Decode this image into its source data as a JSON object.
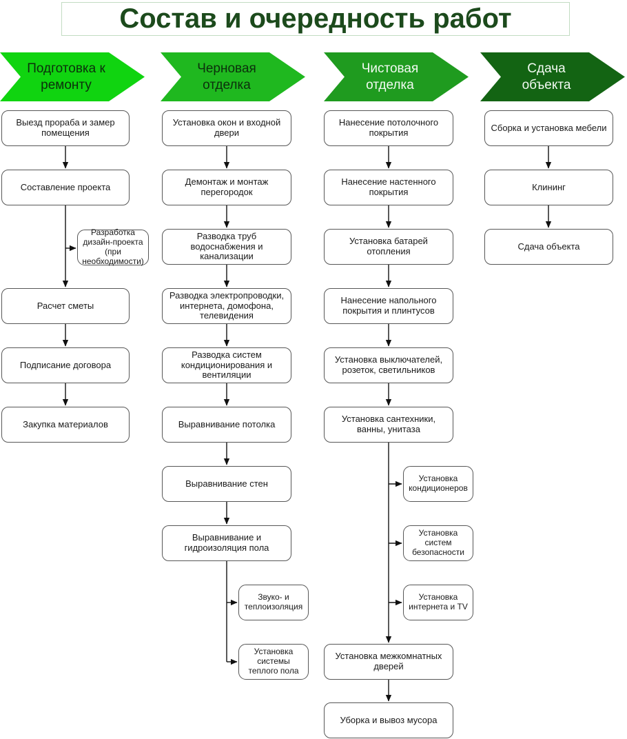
{
  "title": {
    "text": "Состав и очередность работ",
    "color": "#1c4a1c",
    "border_color": "#c2dcc2"
  },
  "columns": [
    {
      "header": "Подготовка к ремонту",
      "color": "#10d410",
      "text_color": "#0c2f0c",
      "nodes": [
        {
          "text": "Выезд прораба и замер помещения",
          "type": "main"
        },
        {
          "text": "Составление проекта",
          "type": "main"
        },
        {
          "text": "Разработка дизайн-проекта (при необходимости)",
          "type": "side"
        },
        {
          "text": "Расчет сметы",
          "type": "main"
        },
        {
          "text": "Подписание договора",
          "type": "main"
        },
        {
          "text": "Закупка материалов",
          "type": "main"
        }
      ]
    },
    {
      "header": "Черновая отделка",
      "color": "#1fb81f",
      "text_color": "#0c2f0c",
      "nodes": [
        {
          "text": "Установка окон и входной двери",
          "type": "main"
        },
        {
          "text": "Демонтаж и монтаж перегородок",
          "type": "main"
        },
        {
          "text": "Разводка труб водоснабжения и канализации",
          "type": "main"
        },
        {
          "text": "Разводка электропроводки, интернета, домофона, телевидения",
          "type": "main"
        },
        {
          "text": "Разводка систем кондиционирования и вентиляции",
          "type": "main"
        },
        {
          "text": "Выравнивание потолка",
          "type": "main"
        },
        {
          "text": "Выравнивание стен",
          "type": "main"
        },
        {
          "text": "Выравнивание и гидроизоляция пола",
          "type": "main"
        },
        {
          "text": "Звуко- и теплоизоляция",
          "type": "side"
        },
        {
          "text": "Установка системы теплого пола",
          "type": "side"
        }
      ]
    },
    {
      "header": "Чистовая отделка",
      "color": "#1f9b1f",
      "text_color": "#f2faf2",
      "nodes": [
        {
          "text": "Нанесение потолочного покрытия",
          "type": "main"
        },
        {
          "text": "Нанесение настенного покрытия",
          "type": "main"
        },
        {
          "text": "Установка батарей отопления",
          "type": "main"
        },
        {
          "text": "Нанесение напольного покрытия и плинтусов",
          "type": "main"
        },
        {
          "text": "Установка выключателей, розеток, светильников",
          "type": "main"
        },
        {
          "text": "Установка сантехники, ванны, унитаза",
          "type": "main"
        },
        {
          "text": "Установка кондиционеров",
          "type": "side"
        },
        {
          "text": "Установка систем безопасности",
          "type": "side"
        },
        {
          "text": "Установка интернета и TV",
          "type": "side"
        },
        {
          "text": "Установка межкомнатных дверей",
          "type": "main"
        },
        {
          "text": "Уборка и вывоз мусора",
          "type": "main"
        }
      ]
    },
    {
      "header": "Сдача объекта",
      "color": "#136413",
      "text_color": "#f2faf2",
      "nodes": [
        {
          "text": "Сборка и установка мебели",
          "type": "main"
        },
        {
          "text": "Клининг",
          "type": "main"
        },
        {
          "text": "Сдача объекта",
          "type": "main"
        }
      ]
    }
  ]
}
